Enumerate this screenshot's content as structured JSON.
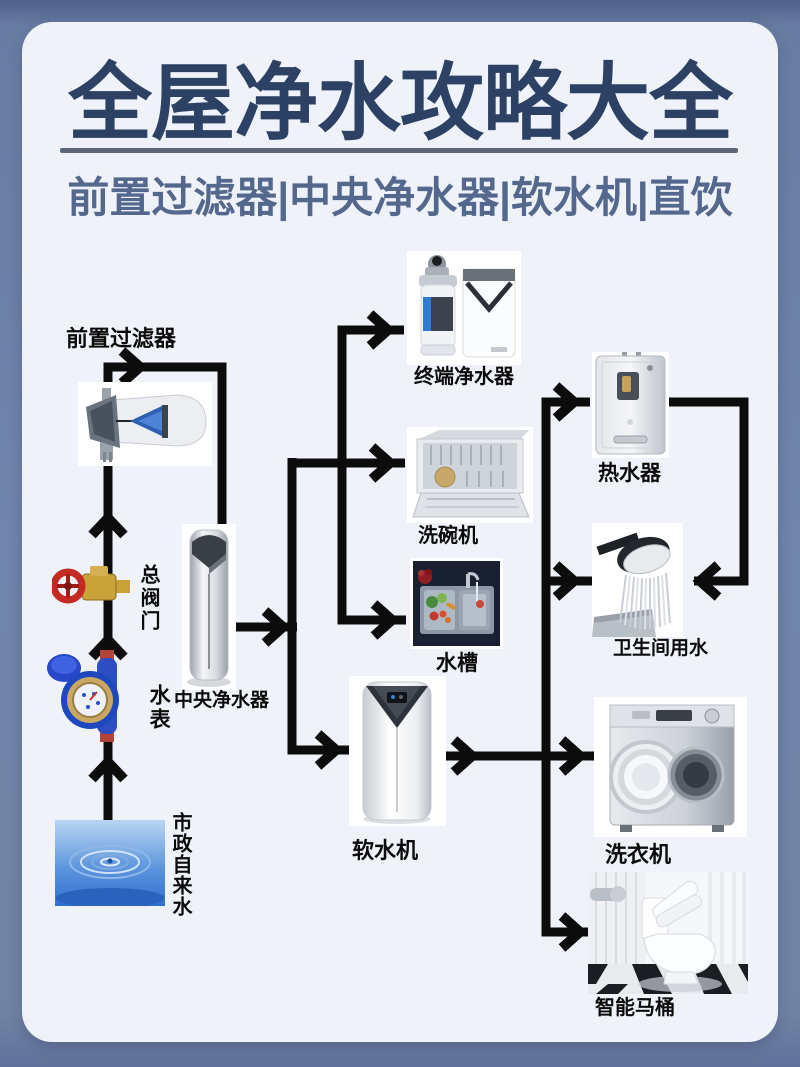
{
  "header": {
    "title": "全屋净水攻略大全",
    "subtitle": "前置过滤器|中央净水器|软水机|直饮"
  },
  "nodes": {
    "pre_filter": "前置过滤器",
    "main_valve": "总阀门",
    "water_meter": "水表",
    "municipal_water": "市政自来水",
    "central_purifier": "中央净水器",
    "terminal_purifier": "终端净水器",
    "dishwasher": "洗碗机",
    "sink": "水槽",
    "water_softener": "软水机",
    "water_heater": "热水器",
    "bathroom_water": "卫生间用水",
    "washing_machine": "洗衣机",
    "smart_toilet": "智能马桶"
  },
  "colors": {
    "background": "#7185aa",
    "card": "#eff3f9",
    "title_text": "#2d4164",
    "subtitle_text": "#54678d",
    "divider": "#5c6878",
    "pipe": "#0c0c0c",
    "label_text": "#0b0b0b"
  }
}
